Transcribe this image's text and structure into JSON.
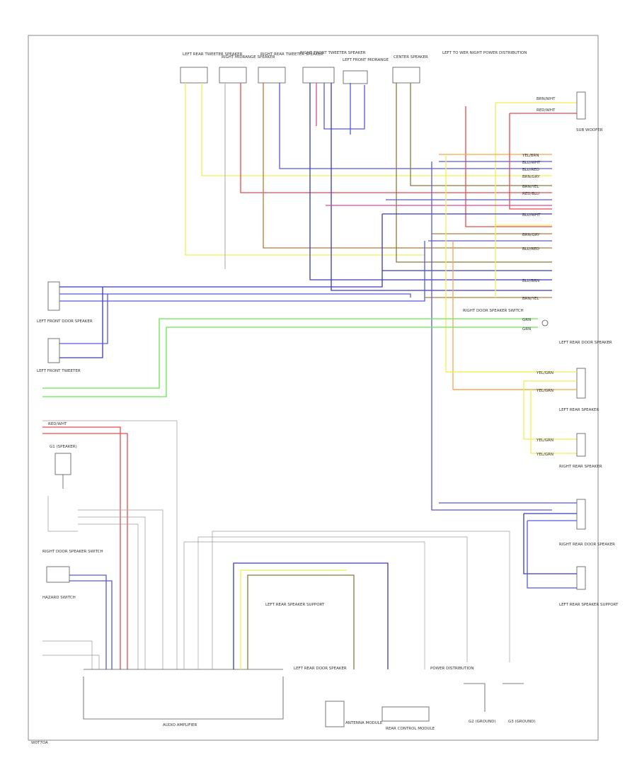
{
  "page": {
    "footer_code": "W0T7OA"
  },
  "colors": {
    "yellow": "#f2ee55",
    "red": "#ea4a4a",
    "pink": "#d84a9a",
    "blue": "#5858e0",
    "darkblue": "#3a3ab8",
    "brown": "#b07a3a",
    "olive": "#8a7a3a",
    "green": "#66e84a",
    "orange": "#f4a64a",
    "gray": "#bdbdbd"
  },
  "labels": {
    "top_left_rear": "LEFT REAR TWEETER SPEAKER",
    "top_right_midrange": "RIGHT MIDRANGE SPEAKER",
    "top_right_rear": "RIGHT REAR TWEETER SPEAKER",
    "top_left_front": "RIGHT FRONT TWEETER SPEAKER",
    "top_left_center": "LEFT FRONT MIDRANGE",
    "top_center": "CENTER SPEAKER",
    "top_fuse_block": "LEFT TO WER NIGHT POWER DISTRIBUTION",
    "sub": "SUB WOOFER",
    "left_front_door": "LEFT FRONT DOOR SPEAKER",
    "left_front_tweeter": "LEFT FRONT TWEETER",
    "ground_left": "G1 (SPEAKER)",
    "right_door": "RIGHT DOOR SPEAKER SWITCH",
    "hazard": "HAZARD SWITCH",
    "amp": "AUDIO AMPLIFIER",
    "left_rear_door_right": "LEFT REAR DOOR SPEAKER",
    "left_rear_sp": "LEFT REAR SPEAKER",
    "right_rear_sp": "RIGHT REAR SPEAKER",
    "right_rear_door": "RIGHT REAR DOOR SPEAKER",
    "left_rear_center": "LEFT REAR SPEAKER SUPPORT",
    "antenna_mod": "ANTENNA MODULE",
    "rear_control": "REAR CONTROL MODULE",
    "g2": "G2 (GROUND)",
    "g3": "G3 (GROUND)",
    "power_dist": "POWER DISTRIBUTION"
  },
  "wire_labels": {
    "w1": "BRN/WHT",
    "w2": "RED/WHT",
    "w3": "YEL/BRN",
    "w4": "BLU/WHT",
    "w5": "BLU/RED",
    "w6": "BRN/GRY",
    "w7": "BRN/YEL",
    "w8": "RED/BLU",
    "w9": "GRN",
    "w10": "YEL/GRN",
    "w11": "BLU/BRN"
  },
  "icons": {
    "ground": "ground-icon",
    "connector": "connector-icon"
  }
}
